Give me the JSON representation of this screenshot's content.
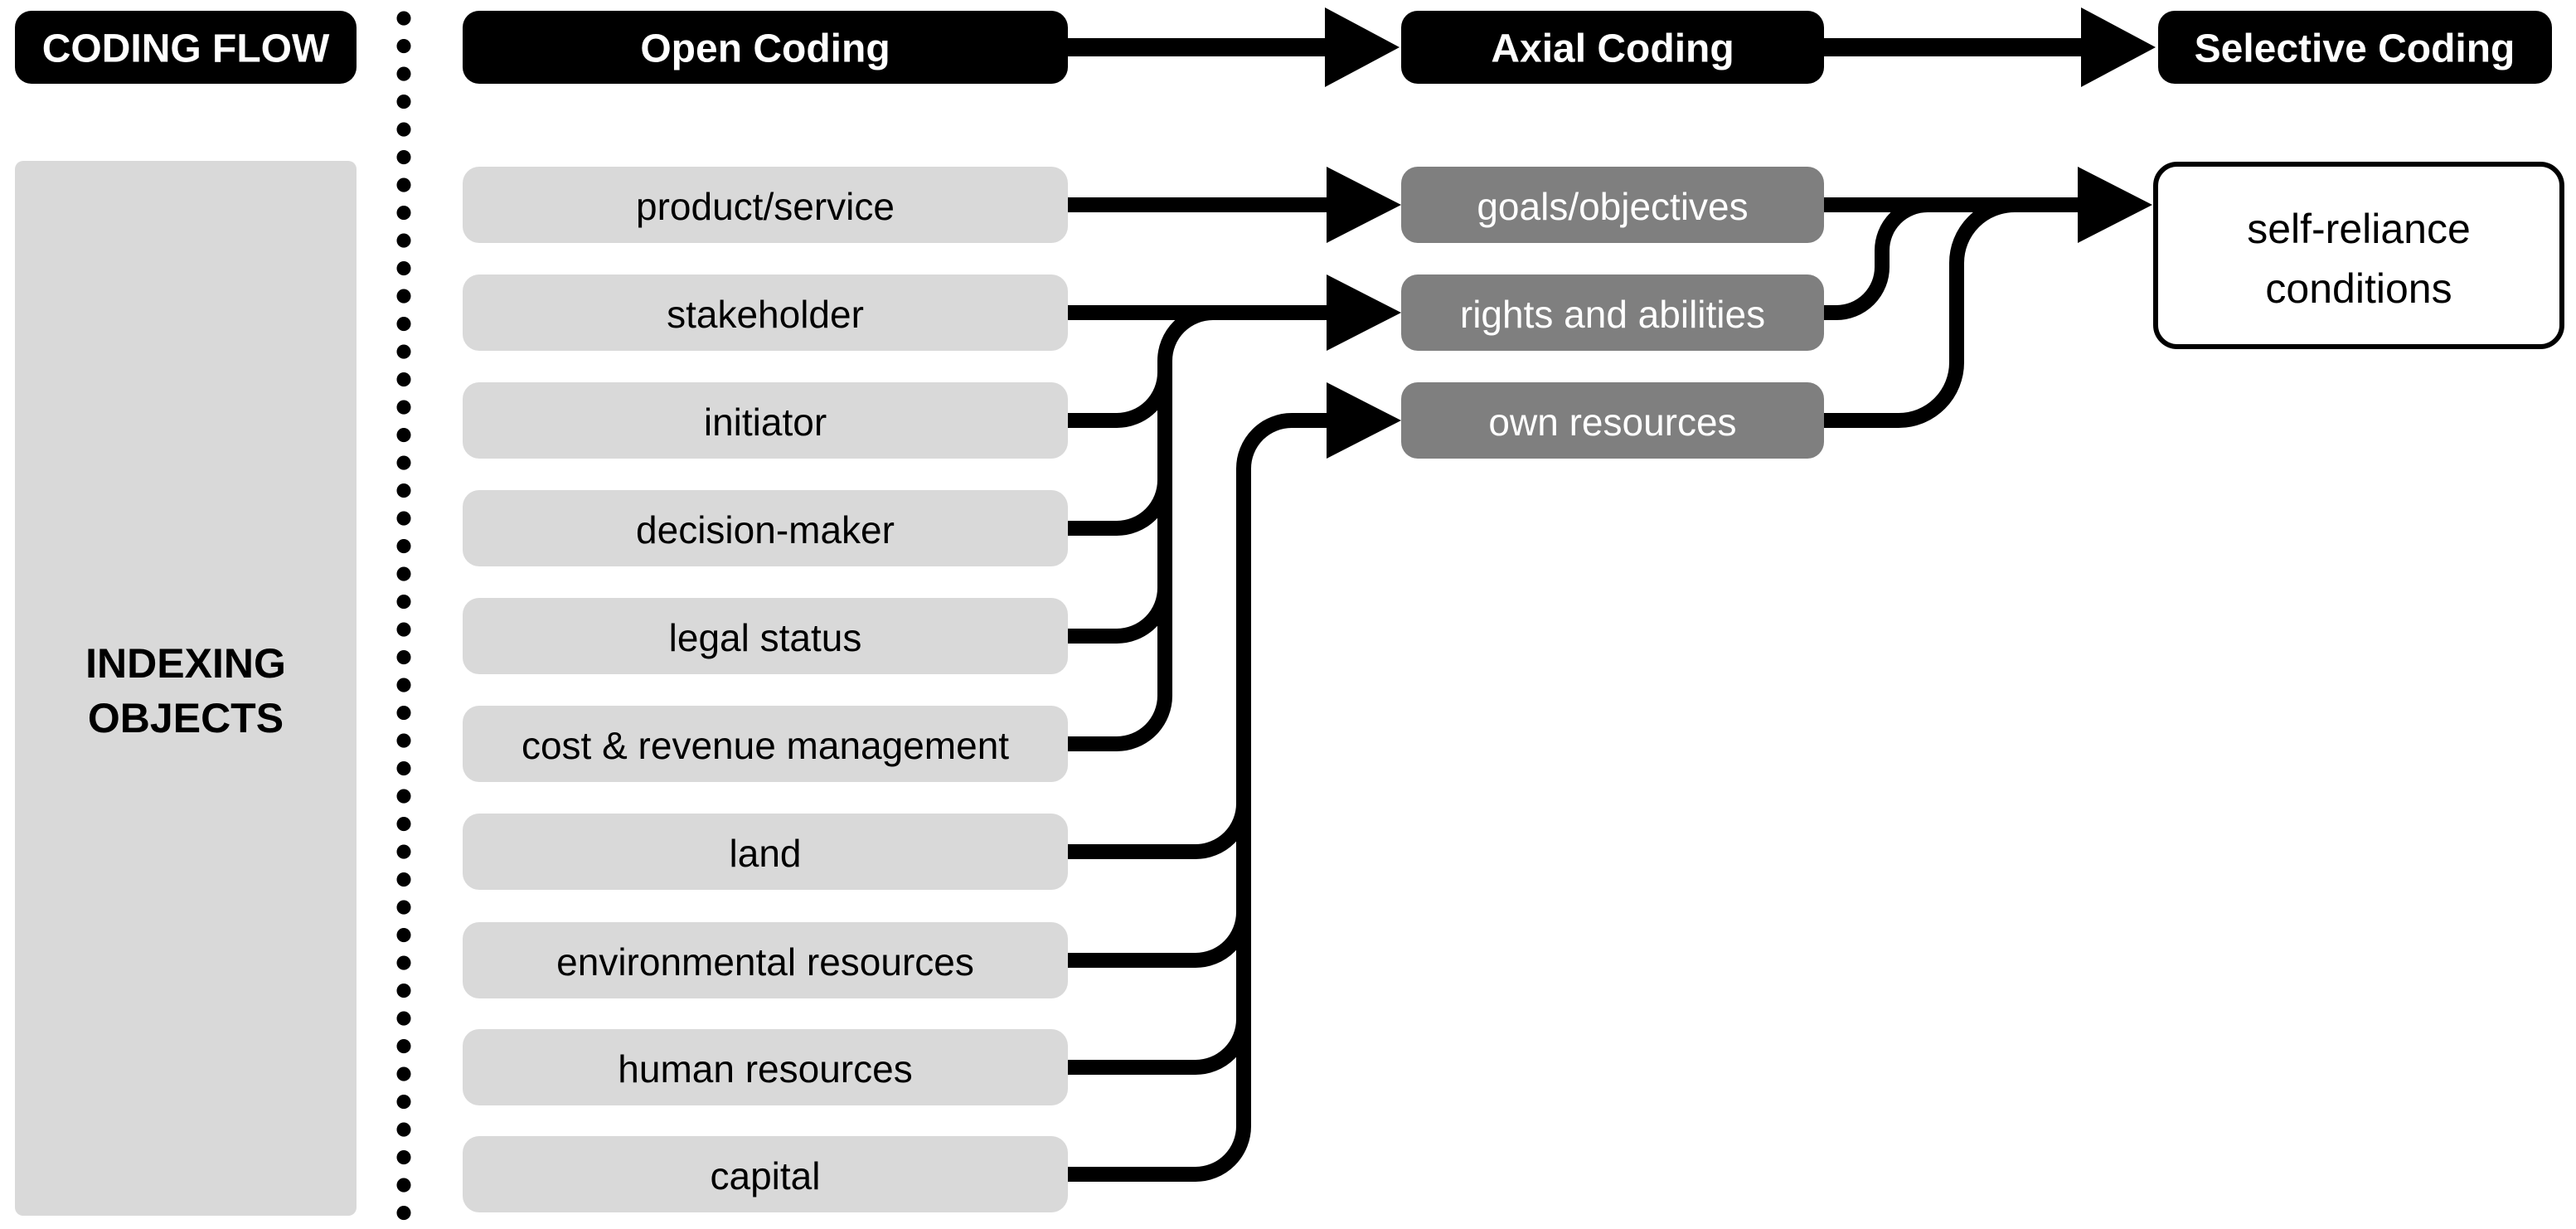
{
  "diagram": {
    "legend_title": "CODING FLOW",
    "indexing_label": {
      "line1": "INDEXING",
      "line2": "OBJECTS"
    },
    "stages": {
      "open": "Open Coding",
      "axial": "Axial Coding",
      "selective": "Selective Coding"
    },
    "open_codes": [
      "product/service",
      "stakeholder",
      "initiator",
      "decision-maker",
      "legal status",
      "cost & revenue management",
      "land",
      "environmental resources",
      "human resources",
      "capital"
    ],
    "axial_codes": [
      "goals/objectives",
      "rights and abilities",
      "own resources"
    ],
    "selective_code": {
      "line1": "self-reliance",
      "line2": "conditions"
    },
    "connections": [
      {
        "from": "Open Coding",
        "to": "Axial Coding"
      },
      {
        "from": "Axial Coding",
        "to": "Selective Coding"
      },
      {
        "from": "product/service",
        "to": "goals/objectives"
      },
      {
        "from": "stakeholder",
        "to": "rights and abilities"
      },
      {
        "from": "initiator",
        "to": "rights and abilities"
      },
      {
        "from": "decision-maker",
        "to": "rights and abilities"
      },
      {
        "from": "legal status",
        "to": "rights and abilities"
      },
      {
        "from": "cost & revenue management",
        "to": "rights and abilities"
      },
      {
        "from": "land",
        "to": "own resources"
      },
      {
        "from": "environmental resources",
        "to": "own resources"
      },
      {
        "from": "human resources",
        "to": "own resources"
      },
      {
        "from": "capital",
        "to": "own resources"
      },
      {
        "from": "goals/objectives",
        "to": "self-reliance conditions"
      },
      {
        "from": "rights and abilities",
        "to": "self-reliance conditions"
      },
      {
        "from": "own resources",
        "to": "self-reliance conditions"
      }
    ],
    "colors": {
      "stage_box": "#000000",
      "open_code_box": "#d9d9d9",
      "axial_code_box": "#7f7f7f",
      "selective_code_box": "#ffffff",
      "connector": "#000000",
      "background": "#ffffff"
    }
  }
}
